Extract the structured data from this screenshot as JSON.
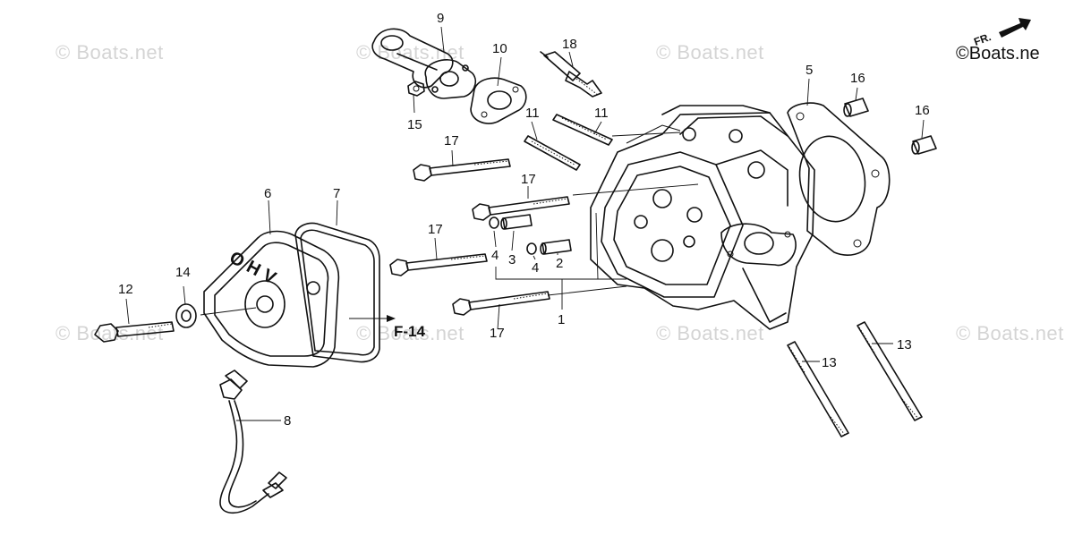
{
  "watermark_text": "© Boats.net",
  "brand_text": "©Boats.ne",
  "front_marker": "FR.",
  "reference_label": "F-14",
  "callouts": [
    {
      "id": "c1",
      "text": "1"
    },
    {
      "id": "c2",
      "text": "2"
    },
    {
      "id": "c3",
      "text": "3"
    },
    {
      "id": "c4a",
      "text": "4"
    },
    {
      "id": "c4b",
      "text": "4"
    },
    {
      "id": "c5",
      "text": "5"
    },
    {
      "id": "c6",
      "text": "6"
    },
    {
      "id": "c7",
      "text": "7"
    },
    {
      "id": "c8",
      "text": "8"
    },
    {
      "id": "c9",
      "text": "9"
    },
    {
      "id": "c10",
      "text": "10"
    },
    {
      "id": "c11a",
      "text": "11"
    },
    {
      "id": "c11b",
      "text": "11"
    },
    {
      "id": "c12",
      "text": "12"
    },
    {
      "id": "c13a",
      "text": "13"
    },
    {
      "id": "c13b",
      "text": "13"
    },
    {
      "id": "c14",
      "text": "14"
    },
    {
      "id": "c15",
      "text": "15"
    },
    {
      "id": "c16a",
      "text": "16"
    },
    {
      "id": "c16b",
      "text": "16"
    },
    {
      "id": "c17a",
      "text": "17"
    },
    {
      "id": "c17b",
      "text": "17"
    },
    {
      "id": "c17c",
      "text": "17"
    },
    {
      "id": "c17d",
      "text": "17"
    },
    {
      "id": "c18",
      "text": "18"
    }
  ],
  "cover_lettering": "OHV"
}
